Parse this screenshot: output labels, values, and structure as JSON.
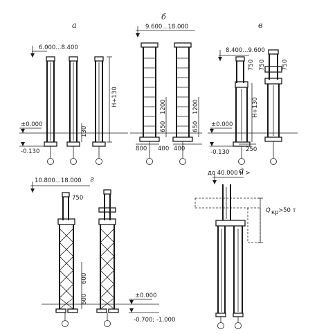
{
  "panels": [
    {
      "letter": "а",
      "top_elevation": "6.000...8.400",
      "zero_elevation": "±0.000",
      "bottom_elevation": "-0.130",
      "dim_low": "130",
      "dim_height": "H+130"
    },
    {
      "letter": "б",
      "top_elevation": "9.600...18.000",
      "dim_1200_a": "1200",
      "dim_1200_b": "1200",
      "dim_650_a": "650",
      "dim_650_b": "650",
      "dim_800": "800",
      "dim_400_a": "400",
      "dim_400_b": "400"
    },
    {
      "letter": "в",
      "top_elevation": "8.400...9.600",
      "zero_elevation": "±0.000",
      "bottom_elevation": "-0.130",
      "dim_750_a": "750",
      "dim_750_b": "750",
      "dim_750_c": "750",
      "dim_height": "H+130",
      "dim_250": "250"
    },
    {
      "letter": "г",
      "top_elevation": "10.800...18.000",
      "dim_750": "750",
      "dim_600_a": "600",
      "dim_600_b": "600",
      "zero_elevation": "±0.000",
      "bottom_elevation": "-0.700; -1.000"
    },
    {
      "letter": "д",
      "top_elevation": "до 40.000 и >",
      "crane_load_symbol": "Q",
      "crane_load_sub": "кр",
      "crane_load_value": ">50 т"
    }
  ]
}
